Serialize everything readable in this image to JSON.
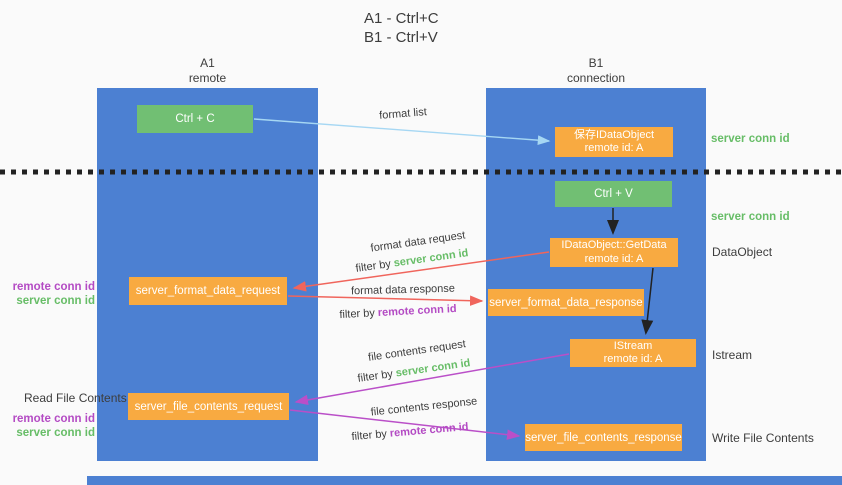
{
  "title": {
    "line1": "A1 - Ctrl+C",
    "line2": "B1 - Ctrl+V"
  },
  "columns": {
    "left": {
      "name": "A1",
      "subtitle": "remote"
    },
    "right": {
      "name": "B1",
      "subtitle": "connection"
    }
  },
  "nodes": {
    "ctrl_c": {
      "label": "Ctrl + C"
    },
    "ctrl_v": {
      "label": "Ctrl + V"
    },
    "save_dataobject": {
      "line1": "保存IDataObject",
      "line2": "remote id: A"
    },
    "getdata": {
      "line1": "IDataObject::GetData",
      "line2": "remote id: A"
    },
    "istream": {
      "line1": "IStream",
      "line2": "remote id: A"
    },
    "format_request": {
      "label": "server_format_data_request"
    },
    "format_response": {
      "label": "server_format_data_response"
    },
    "file_request": {
      "label": "server_file_contents_request"
    },
    "file_response": {
      "label": "server_file_contents_response"
    }
  },
  "arrow_labels": {
    "format_list": "format list",
    "format_data_request": "format data request",
    "format_data_response": "format data response",
    "file_contents_request": "file contents request",
    "file_contents_response": "file contents response",
    "filter_by": "filter by",
    "server_conn_id": "server conn id",
    "remote_conn_id": "remote conn id"
  },
  "side_labels": {
    "server_conn_id_top": "server conn id",
    "server_conn_id_mid": "server conn id",
    "dataobject": "DataObject",
    "istream": "Istream",
    "read_file_contents": "Read File Contents",
    "write_file_contents": "Write File Contents",
    "left_pair_1": {
      "remote": "remote conn id",
      "server": "server conn id"
    },
    "left_pair_2": {
      "remote": "remote conn id",
      "server": "server conn id"
    }
  },
  "colors": {
    "background": "#fafafa",
    "column_blue": "#4c80d2",
    "box_green": "#71bf73",
    "box_orange": "#f8aa41",
    "arrow_lightblue": "#a6d7f3",
    "arrow_red": "#f0655c",
    "arrow_magenta": "#ba4fc8",
    "arrow_black": "#222222",
    "text_dark": "#3d3d3d",
    "text_green": "#67bd67",
    "text_purple": "#b44bc4",
    "box_text": "#ffffff"
  }
}
